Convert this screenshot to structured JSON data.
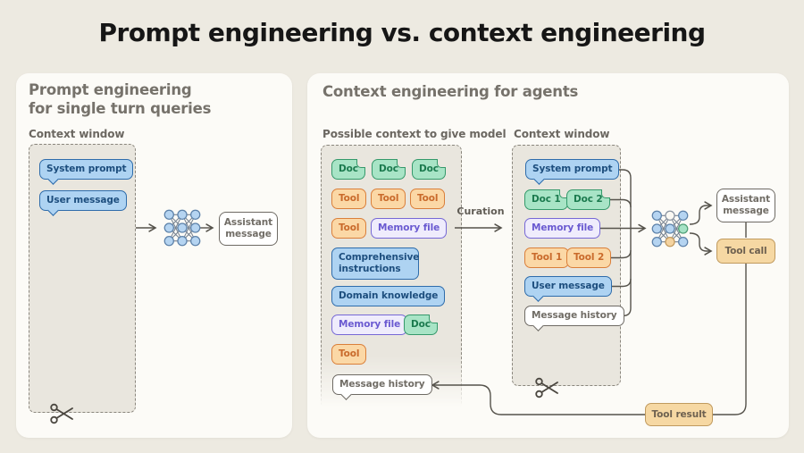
{
  "title": "Prompt engineering vs. context engineering",
  "colors": {
    "page_bg": "#edeae1",
    "panel_bg": "#fcfbf7",
    "context_fill": "#e9e6de",
    "dash_border": "#8a867d",
    "line": "#55524b",
    "blue_fill": "#aed3f2",
    "blue_border": "#2e6cab",
    "blue_text": "#1d4e7e",
    "green_fill": "#a8e4c6",
    "green_border": "#35996b",
    "green_text": "#1b7a4e",
    "orange_fill": "#fbd8a6",
    "orange_border": "#da7f3a",
    "orange_text": "#c96a2b",
    "purple_fill": "#efecfc",
    "purple_border": "#7668d6",
    "purple_text": "#6a5ad1",
    "neutral_border": "#6e6a64",
    "neutral_text": "#716d66",
    "tan_fill": "#f6d8a3",
    "tan_border": "#c09a5e",
    "tan_text": "#6e6150"
  },
  "icons": {
    "model_left": "neural-network",
    "model_right": "neural-network",
    "trim_left": "scissors",
    "trim_right": "scissors"
  },
  "left_panel": {
    "heading_line1": "Prompt engineering",
    "heading_line2": "for single turn queries",
    "context_window_label": "Context window",
    "chips": {
      "system_prompt": "System prompt",
      "user_message": "User message"
    },
    "assistant_message": "Assistant message"
  },
  "right_panel": {
    "heading": "Context engineering for agents",
    "possible_context_label": "Possible context to give model",
    "context_window_label": "Context window",
    "curation_label": "Curation",
    "possible_context": [
      {
        "type": "doc",
        "label": "Doc"
      },
      {
        "type": "doc",
        "label": "Doc"
      },
      {
        "type": "doc",
        "label": "Doc"
      },
      {
        "type": "tool",
        "label": "Tool"
      },
      {
        "type": "tool",
        "label": "Tool"
      },
      {
        "type": "tool",
        "label": "Tool"
      },
      {
        "type": "tool",
        "label": "Tool"
      },
      {
        "type": "memory",
        "label": "Memory file"
      },
      {
        "type": "instructions",
        "label": "Comprehensive instructions"
      },
      {
        "type": "knowledge",
        "label": "Domain knowledge"
      },
      {
        "type": "memory",
        "label": "Memory file"
      },
      {
        "type": "doc",
        "label": "Doc"
      },
      {
        "type": "tool",
        "label": "Tool"
      },
      {
        "type": "history",
        "label": "Message history"
      }
    ],
    "context_window": [
      {
        "type": "system",
        "label": "System prompt"
      },
      {
        "type": "doc",
        "label": "Doc 1"
      },
      {
        "type": "doc",
        "label": "Doc 2"
      },
      {
        "type": "memory",
        "label": "Memory file"
      },
      {
        "type": "tool",
        "label": "Tool 1"
      },
      {
        "type": "tool",
        "label": "Tool 2"
      },
      {
        "type": "user",
        "label": "User message"
      },
      {
        "type": "history",
        "label": "Message history"
      }
    ],
    "assistant_message": "Assistant message",
    "tool_call": "Tool call",
    "tool_result": "Tool result"
  }
}
